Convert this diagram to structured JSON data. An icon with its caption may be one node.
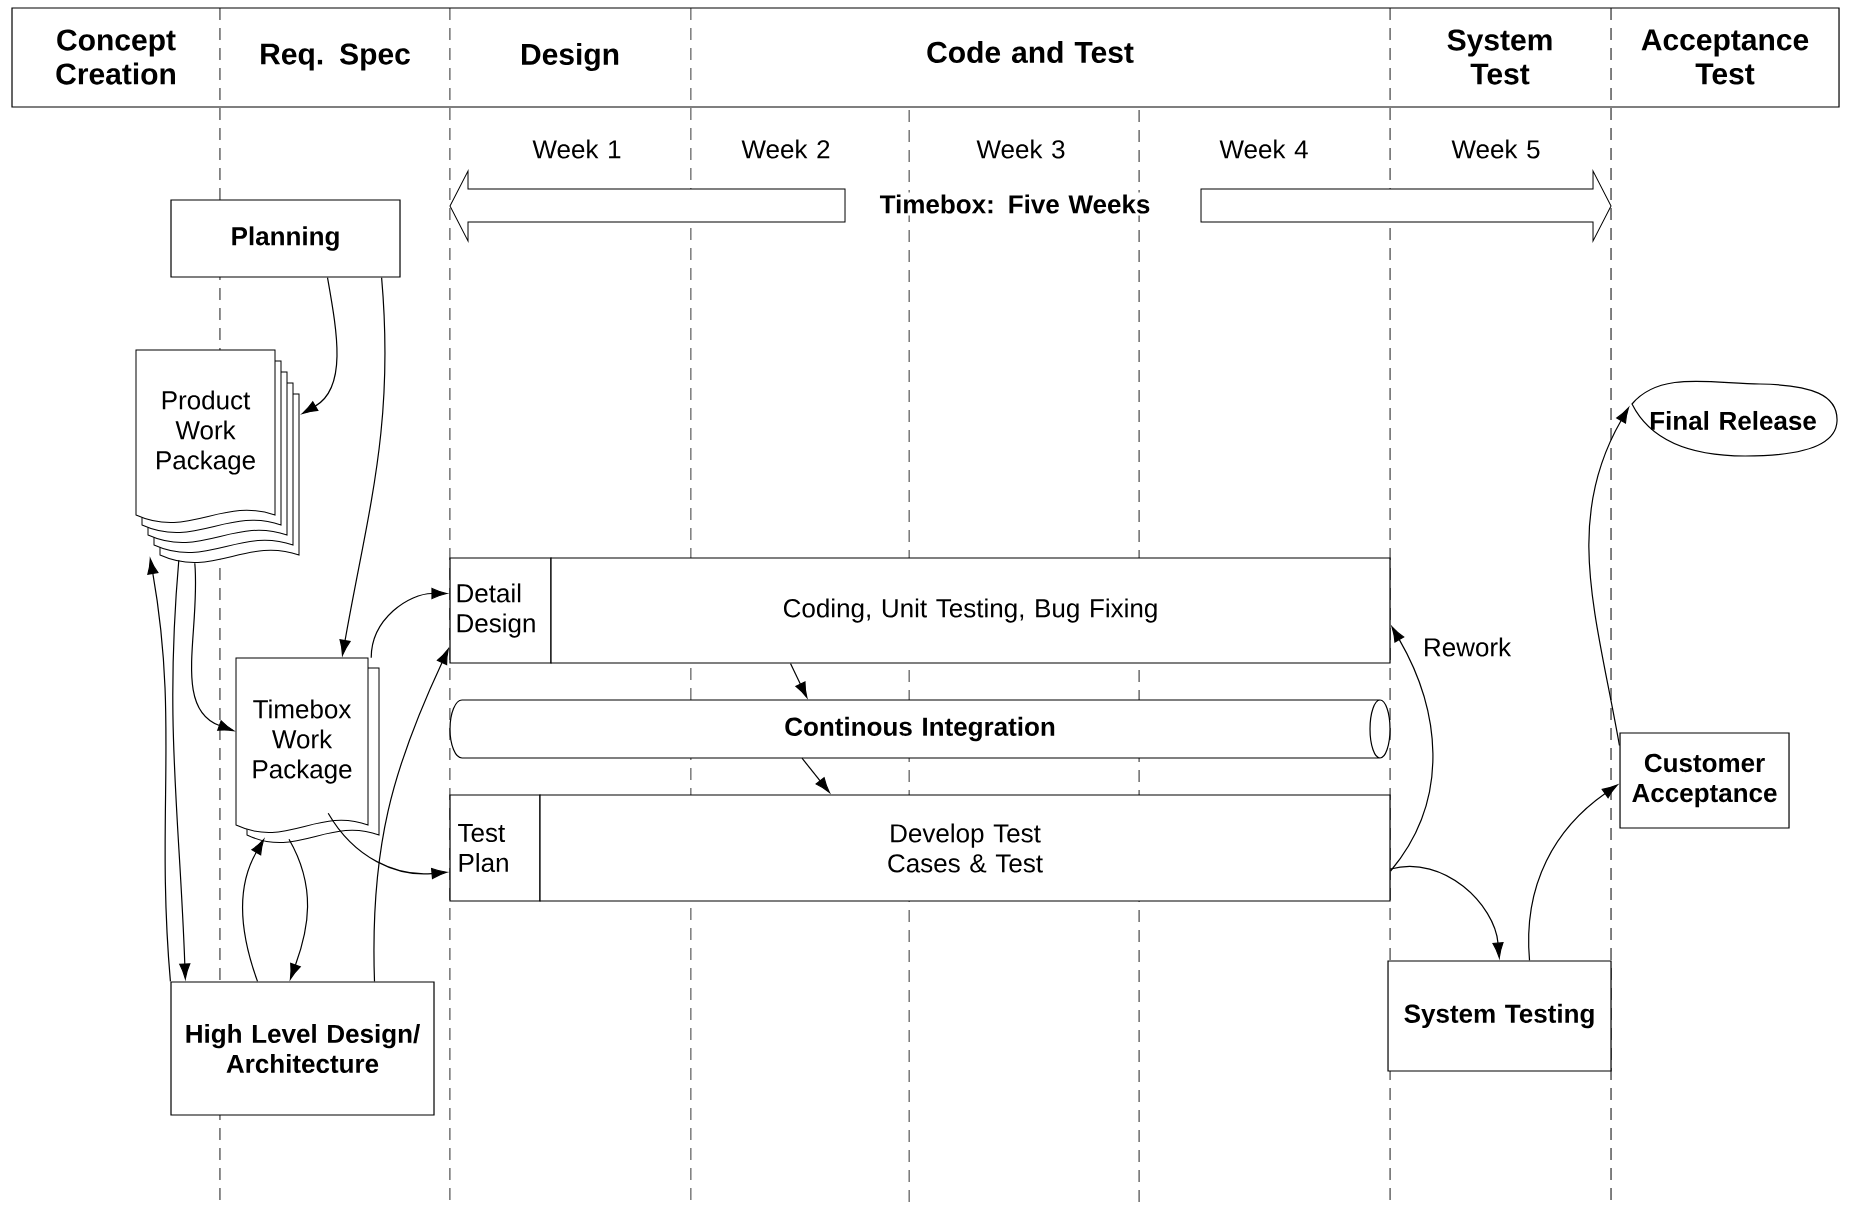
{
  "diagram": {
    "nodes": [
      {
        "text": [
          "Planning"
        ]
      },
      {
        "text": [
          "Product Work Package"
        ]
      },
      {
        "text": [
          "Timebox Work Package"
        ]
      },
      {
        "text": [
          "High Level Design/ Architecture"
        ]
      },
      {
        "text": [
          "Detail Design"
        ]
      },
      {
        "text": [
          "Coding, Unit Testing, Bug Fixing"
        ]
      },
      {
        "text": [
          "Continous Integration"
        ]
      },
      {
        "text": [
          "Test Plan"
        ]
      },
      {
        "text": [
          "Develop Test Cases & Test"
        ]
      },
      {
        "text": [
          "System Testing"
        ]
      },
      {
        "text": [
          "Customer Acceptance"
        ]
      },
      {
        "text": [
          "Final Release"
        ]
      }
    ],
    "edges": [
      {
        "from": 0,
        "to": 1,
        "arrow": "to"
      },
      {
        "from": 0,
        "to": 2,
        "arrow": "to"
      },
      {
        "from": 3,
        "to": 1,
        "arrow": "to"
      },
      {
        "from": 1,
        "to": 3,
        "arrow": "to"
      },
      {
        "from": 1,
        "to": 2,
        "arrow": "to"
      },
      {
        "from": 3,
        "to": 2,
        "arrow": "to"
      },
      {
        "from": 2,
        "to": 3,
        "arrow": "to"
      },
      {
        "from": 2,
        "to": 4,
        "arrow": "to"
      },
      {
        "from": 3,
        "to": 4,
        "arrow": "to"
      },
      {
        "from": 2,
        "to": 7,
        "arrow": "to"
      },
      {
        "from": 5,
        "to": 6,
        "arrow": "to"
      },
      {
        "from": 6,
        "to": 8,
        "arrow": "to"
      },
      {
        "from": 8,
        "to": 5,
        "arrow": "to",
        "label": "Rework"
      },
      {
        "from": 8,
        "to": 9,
        "arrow": "to"
      },
      {
        "from": 9,
        "to": 10,
        "arrow": "to"
      },
      {
        "from": 10,
        "to": 11,
        "arrow": "to"
      }
    ],
    "labels": [
      "Concept Creation",
      "Req. Spec",
      "Design",
      "Code and Test",
      "System Test",
      "Acceptance Test",
      "Week 1",
      "Week 2",
      "Week 3",
      "Week 4",
      "Week 5",
      "Timebox: Five Weeks"
    ]
  }
}
